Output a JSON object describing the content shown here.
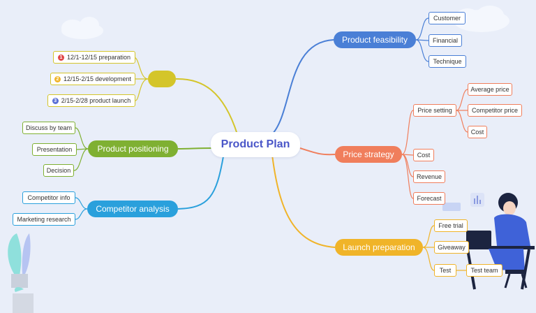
{
  "center": {
    "label": "Product Plan"
  },
  "colors": {
    "blue": "#4a7fd6",
    "orange": "#f07e5c",
    "gold": "#f0b429",
    "green": "#7fb032",
    "cyan": "#2aa0dc",
    "olive": "#d4c52a"
  },
  "feasibility": {
    "label": "Product feasibility",
    "items": [
      "Customer",
      "Financial",
      "Technique"
    ]
  },
  "price": {
    "label": "Price strategy",
    "setting": {
      "label": "Price setting",
      "items": [
        "Average price",
        "Competitor price",
        "Cost"
      ]
    },
    "items": [
      "Cost",
      "Revenue",
      "Forecast"
    ]
  },
  "launch": {
    "label": "Launch preparation",
    "items": [
      "Free trial",
      "Giveaway",
      "Test"
    ],
    "test_child": "Test team"
  },
  "schedule": {
    "label": "",
    "items": [
      {
        "num": "1",
        "text": "12/1-12/15 preparation",
        "color": "#e04848"
      },
      {
        "num": "2",
        "text": "12/15-2/15 development",
        "color": "#f0b429"
      },
      {
        "num": "3",
        "text": "2/15-2/28 product launch",
        "color": "#5a6fd6"
      }
    ]
  },
  "positioning": {
    "label": "Product positioning",
    "items": [
      "Discuss by team",
      "Presentation",
      "Decision"
    ]
  },
  "competitor": {
    "label": "Competitor analysis",
    "items": [
      "Competitor info",
      "Marketing research"
    ]
  }
}
